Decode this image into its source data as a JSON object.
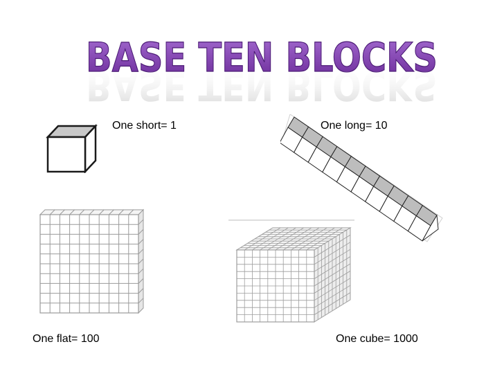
{
  "slide": {
    "title": "BASE TEN BLOCKS",
    "colors": {
      "title_fill": "#7a3aa6",
      "title_stroke": "#4a1a74",
      "cube_top": "#c8c8c8",
      "rod_top": "#bdbdbd",
      "grid_line": "#9a9a9a"
    },
    "blocks": {
      "short": {
        "label": "One short= 1"
      },
      "long": {
        "label": "One long= 10"
      },
      "flat": {
        "label": "One flat= 100"
      },
      "cube": {
        "label": "One cube= 1000"
      }
    }
  }
}
